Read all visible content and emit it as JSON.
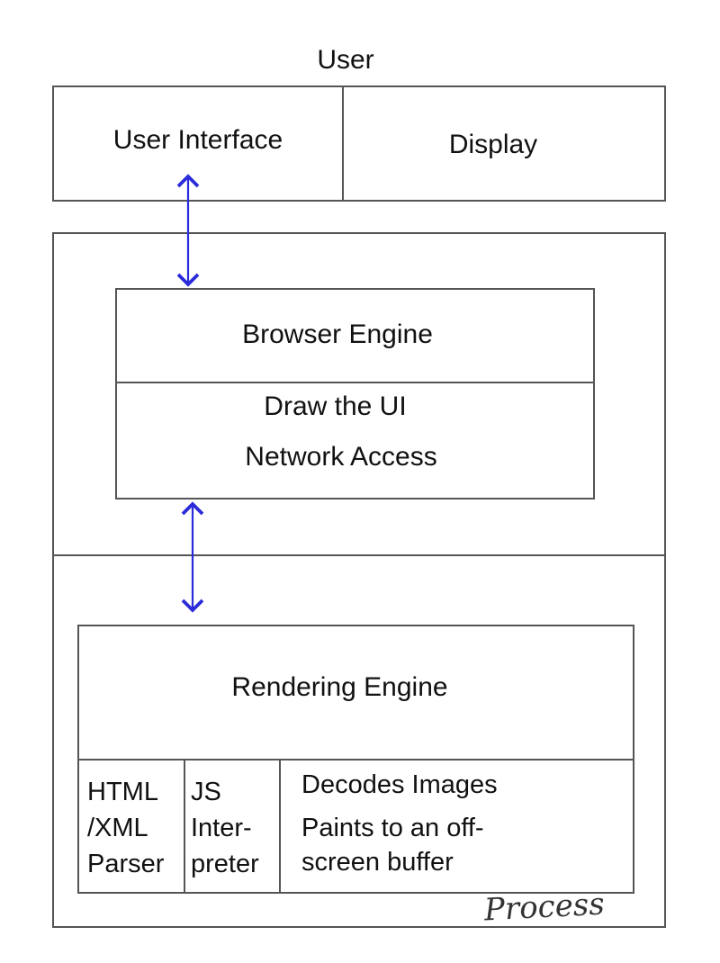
{
  "diagram": {
    "user_label": "User",
    "user_interface_label": "User Interface",
    "display_label": "Display",
    "browser_engine": {
      "title": "Browser Engine",
      "line1": "Draw the UI",
      "line2": "Network Access"
    },
    "rendering_engine": {
      "title": "Rendering Engine",
      "html_parser": [
        "HTML",
        "/XML",
        "Parser"
      ],
      "js_interpreter": [
        "JS",
        "Inter-",
        "preter"
      ],
      "tasks": [
        "Decodes Images",
        "Paints to an off-",
        "screen buffer"
      ]
    },
    "handwritten_note": "Process",
    "colors": {
      "arrow": "#2b2bd9",
      "border": "#555555"
    }
  }
}
